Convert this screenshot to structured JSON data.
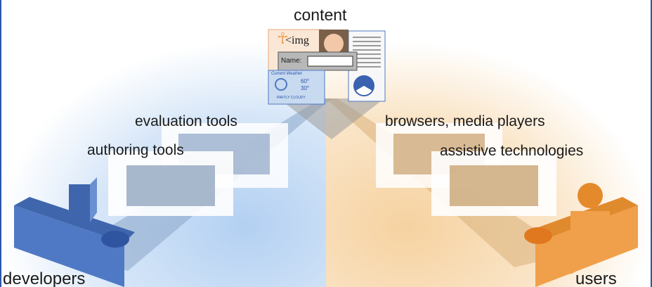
{
  "labels": {
    "content": "content",
    "evaluation_tools": "evaluation tools",
    "authoring_tools": "authoring tools",
    "browsers": "browsers, media players",
    "assistive": "assistive technologies",
    "developers": "developers",
    "users": "users"
  },
  "content_graphic": {
    "img_tag": "<img",
    "name_label": "Name:",
    "weather_title": "Current Weather",
    "temp_high": "60°",
    "temp_low": "30°",
    "condition": "PARTLY CLOUDY"
  },
  "colors": {
    "developers_blue": "#4f79c4",
    "users_orange": "#f0a04a",
    "left_glow": "#bcd6f4",
    "right_glow": "#f7d7a8",
    "frame_border": "#2c55a8"
  }
}
